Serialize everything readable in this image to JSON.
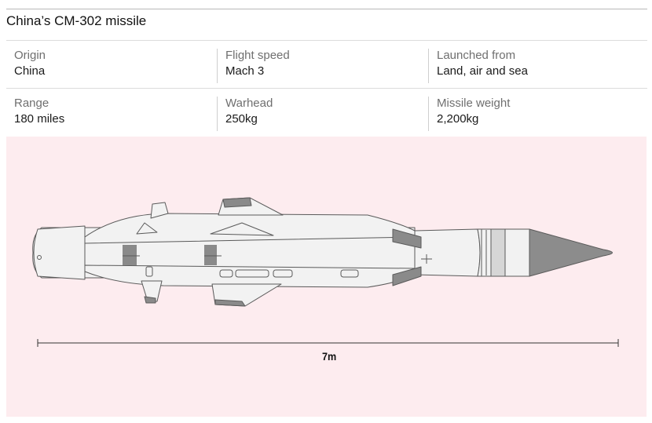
{
  "title": "China’s CM-302 missile",
  "specs": [
    {
      "label": "Origin",
      "value": "China"
    },
    {
      "label": "Flight speed",
      "value": "Mach 3"
    },
    {
      "label": "Launched from",
      "value": "Land, air and sea"
    },
    {
      "label": "Range",
      "value": "180 miles"
    },
    {
      "label": "Warhead",
      "value": "250kg"
    },
    {
      "label": "Missile weight",
      "value": "2,200kg"
    }
  ],
  "illustration": {
    "length_label": "7m",
    "colors": {
      "background": "#fdecef",
      "body": "#f2f2f2",
      "outline": "#555555",
      "fin_shade": "#8a8a8a",
      "nose_cone": "#8c8c8c"
    }
  }
}
